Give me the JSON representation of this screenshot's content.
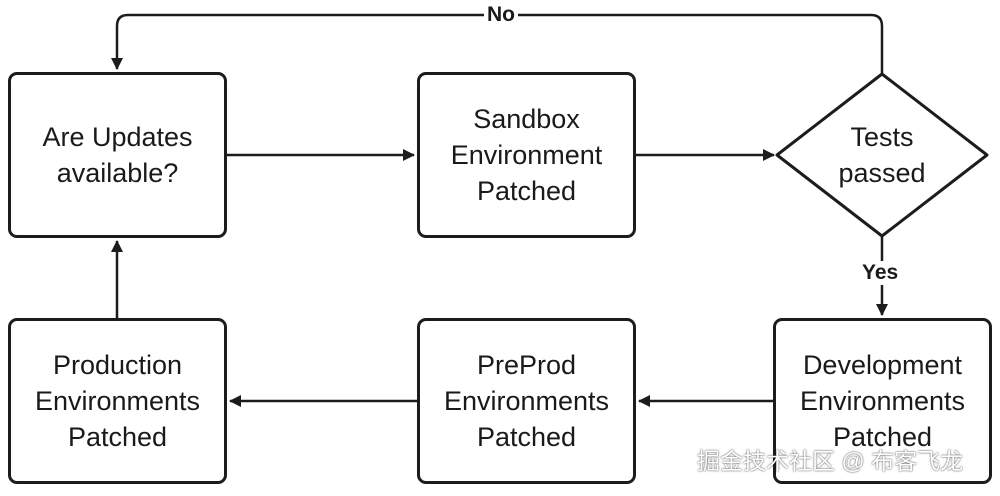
{
  "diagram": {
    "nodes": {
      "updates": {
        "label": "Are Updates\navailable?"
      },
      "sandbox": {
        "label": "Sandbox\nEnvironment\nPatched"
      },
      "tests": {
        "label": "Tests\npassed"
      },
      "development": {
        "label": "Development\nEnvironments\nPatched"
      },
      "preprod": {
        "label": "PreProd\nEnvironments\nPatched"
      },
      "production": {
        "label": "Production\nEnvironments\nPatched"
      }
    },
    "edges": {
      "no_label": "No",
      "yes_label": "Yes"
    }
  },
  "watermark": {
    "text": "掘金技术社区 @ 布客飞龙"
  },
  "colors": {
    "stroke": "#1c1c1c",
    "text": "#1a1a1a",
    "background": "#ffffff"
  }
}
